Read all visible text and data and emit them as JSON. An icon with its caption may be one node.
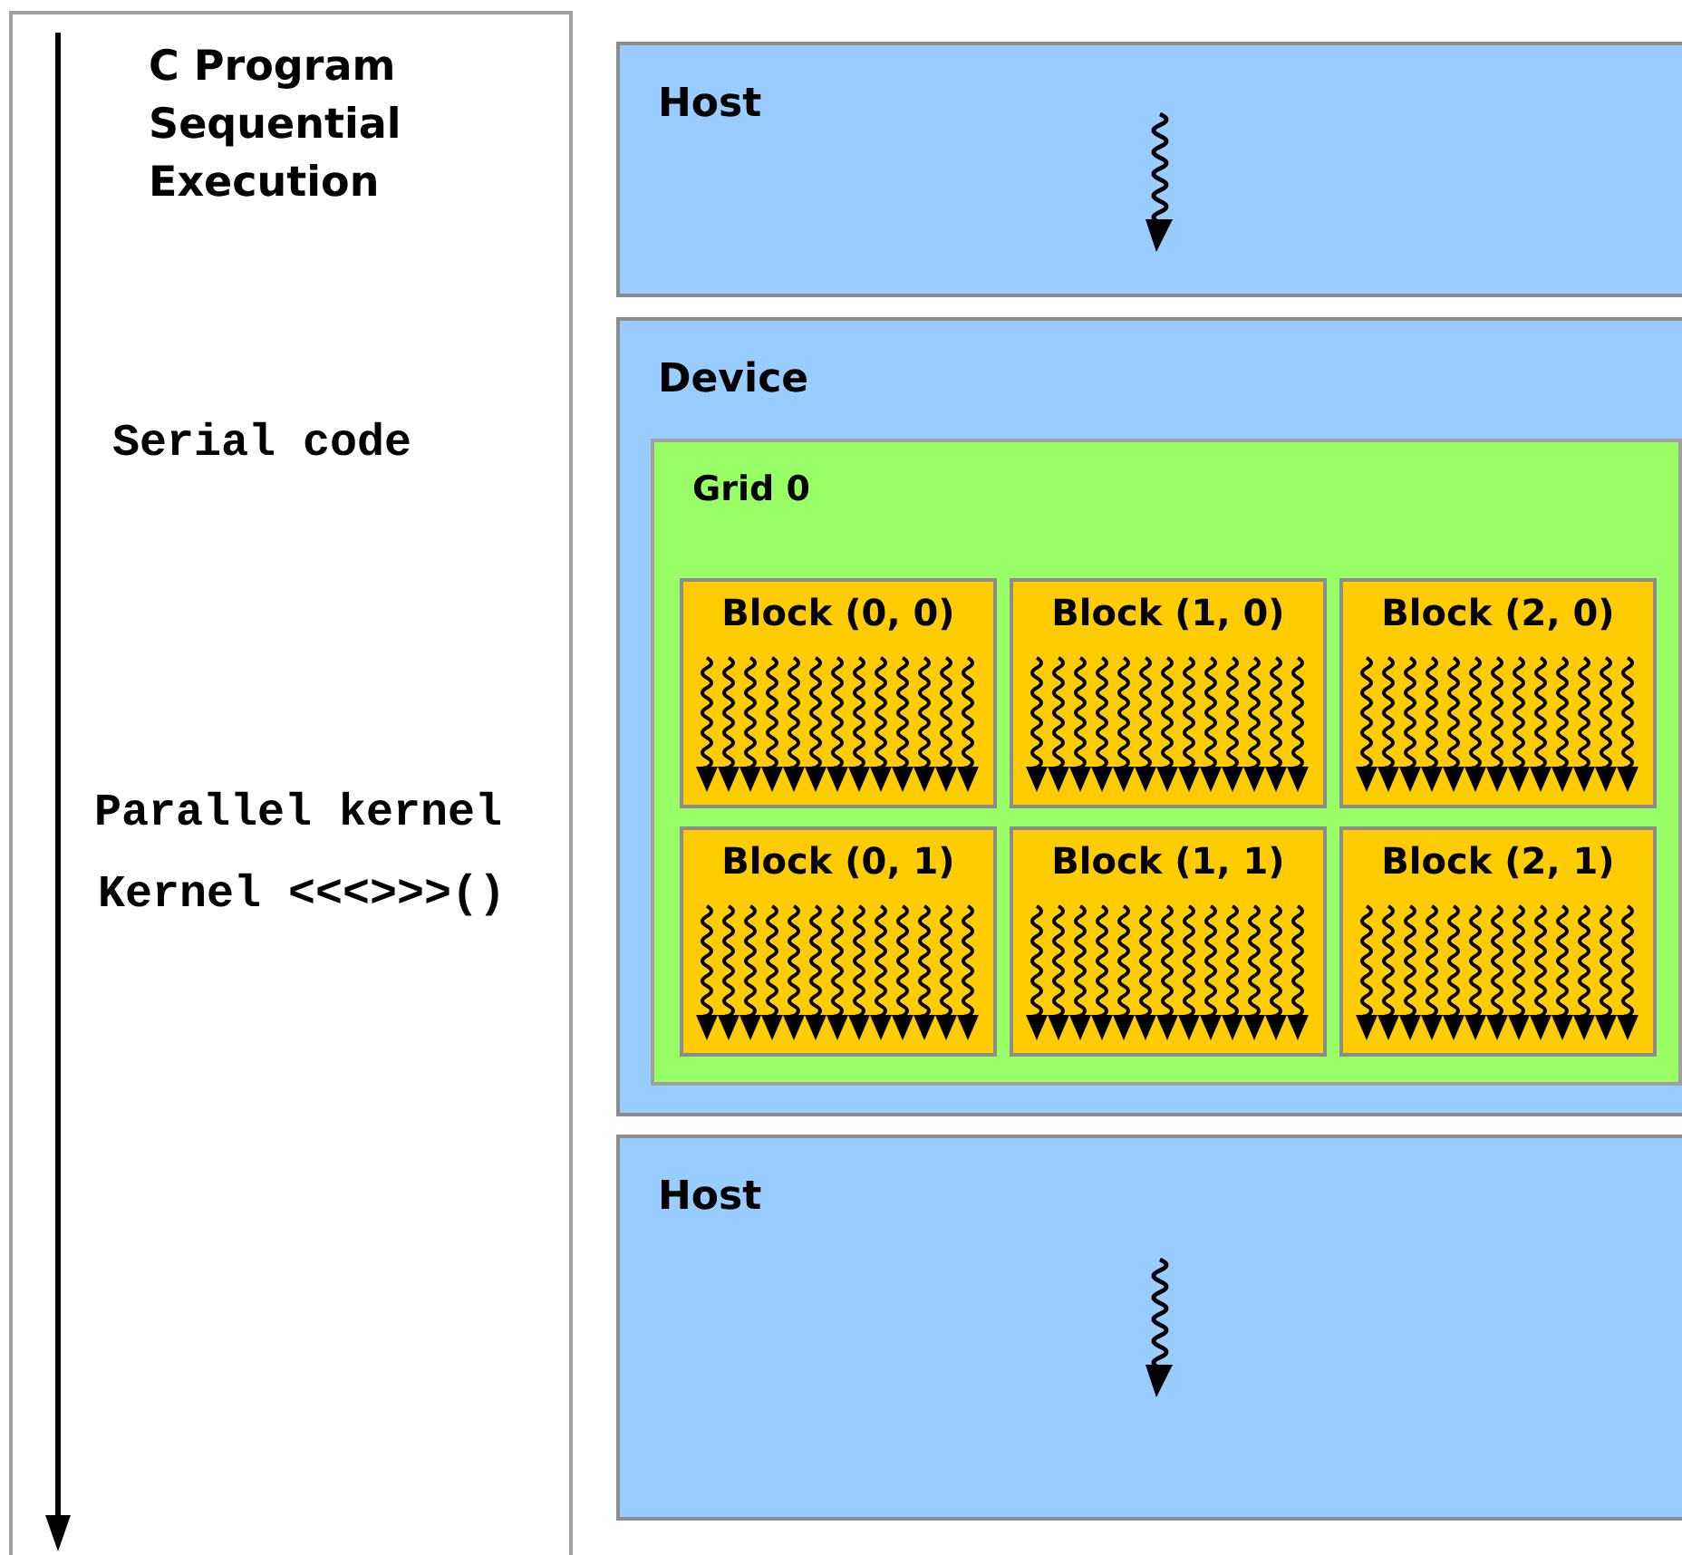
{
  "diagram": {
    "nodes": [
      {
        "text": [
          "C Program Sequential Execution",
          "Serial code",
          "Parallel kernel",
          "Kernel <<<>>>()"
        ]
      },
      {
        "text": [
          "Host"
        ]
      },
      {
        "text": [
          "Device"
        ]
      },
      {
        "text": [
          "Grid 0"
        ],
        "in": 2
      },
      {
        "text": [
          "Block (0, 0)"
        ],
        "in": 3
      },
      {
        "text": [
          "Block (1, 0)"
        ],
        "in": 3
      },
      {
        "text": [
          "Block (2, 0)"
        ],
        "in": 3
      },
      {
        "text": [
          "Block (0, 1)"
        ],
        "in": 3
      },
      {
        "text": [
          "Block (1, 1)"
        ],
        "in": 3
      },
      {
        "text": [
          "Block (2, 1)"
        ],
        "in": 3
      },
      {
        "text": [
          "Host"
        ]
      }
    ]
  }
}
